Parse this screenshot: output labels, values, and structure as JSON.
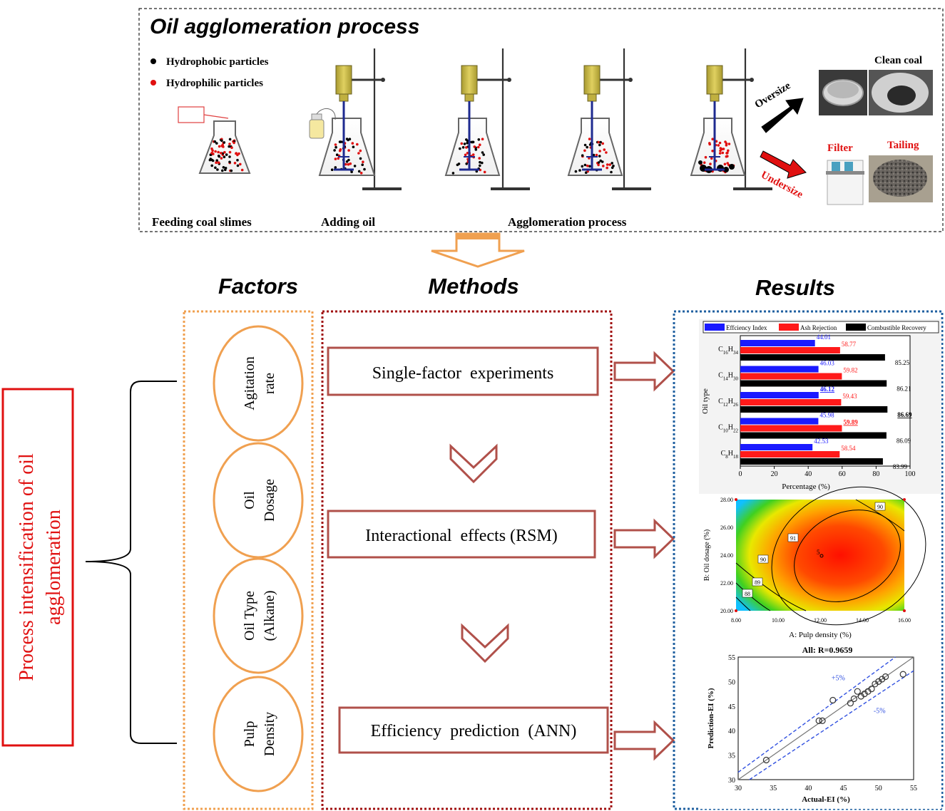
{
  "process": {
    "title": "Oil agglomeration process",
    "legend": {
      "hydrophobic": "Hydrophobic particles",
      "hydrophilic": "Hydrophilic particles"
    },
    "steps": {
      "feeding": "Feeding coal slimes",
      "adding": "Adding oil",
      "agglomeration": "Agglomeration process"
    },
    "outputs": {
      "oversize": "Oversize",
      "undersize": "Undersize",
      "clean_coal": "Clean coal",
      "filter": "Filter",
      "tailing": "Tailing"
    }
  },
  "headers": {
    "factors": "Factors",
    "methods": "Methods",
    "results": "Results"
  },
  "side_label": {
    "line1": "Process intensification of oil",
    "line2": "agglomeration"
  },
  "factors": [
    {
      "line1": "Agitation",
      "line2": "rate"
    },
    {
      "line1": "Oil",
      "line2": "Dosage"
    },
    {
      "line1": "Oil Type",
      "line2": "(Alkane)"
    },
    {
      "line1": "Pulp",
      "line2": "Density"
    }
  ],
  "methods": [
    "Single-factor  experiments",
    "Interactional  effects (RSM)",
    "Efficiency  prediction  (ANN)"
  ],
  "colors": {
    "orange": "#f0a050",
    "darkred": "#a01010",
    "blue": "#2060a0",
    "red": "#e02020",
    "brown": "#b0504a"
  },
  "chart_data": [
    {
      "type": "bar",
      "orientation": "horizontal",
      "categories": [
        "C16H34",
        "C14H30",
        "C12H26",
        "C10H22",
        "C8H18"
      ],
      "series": [
        {
          "name": "Effciency Index",
          "values": [
            44.01,
            46.03,
            46.12,
            45.98,
            42.53
          ],
          "color": "#1a1aff"
        },
        {
          "name": "Ash Rejection",
          "values": [
            58.77,
            59.82,
            59.43,
            59.89,
            58.54
          ],
          "color": "#ff1a1a"
        },
        {
          "name": "Combustible Recovery",
          "values": [
            85.25,
            86.21,
            86.69,
            86.09,
            83.99
          ],
          "color": "#000000"
        }
      ],
      "xlabel": "Percentage (%)",
      "ylabel": "Oil type",
      "xlim": [
        0,
        100
      ],
      "xticks": [
        "0",
        "20",
        "40",
        "60",
        "80",
        "100"
      ],
      "legend": "top"
    },
    {
      "type": "heatmap",
      "xlabel": "A: Pulp density (%)",
      "ylabel": "B: Oil dosage (%)",
      "xlim": [
        8,
        16
      ],
      "ylim": [
        20,
        28
      ],
      "xticks": [
        "8.00",
        "10.00",
        "12.00",
        "14.00",
        "16.00"
      ],
      "yticks": [
        "20.00",
        "22.00",
        "24.00",
        "26.00",
        "28.00"
      ],
      "contour_labels": [
        "88",
        "89",
        "90",
        "90",
        "91"
      ],
      "center_label": "5"
    },
    {
      "type": "scatter",
      "title": "All: R=0.9659",
      "xlabel": "Actual-EI (%)",
      "ylabel": "Prediction-EI (%)",
      "xlim": [
        30,
        55
      ],
      "ylim": [
        30,
        55
      ],
      "xticks": [
        "30",
        "35",
        "40",
        "45",
        "50",
        "55"
      ],
      "yticks": [
        "30",
        "35",
        "40",
        "45",
        "50",
        "55"
      ],
      "band_labels": [
        "+5%",
        "-5%"
      ],
      "points": [
        [
          34,
          34
        ],
        [
          41.5,
          42
        ],
        [
          42,
          42
        ],
        [
          43.5,
          46.2
        ],
        [
          46,
          45.6
        ],
        [
          46.5,
          46.5
        ],
        [
          47,
          48
        ],
        [
          47.5,
          47
        ],
        [
          48,
          47.5
        ],
        [
          48.5,
          48
        ],
        [
          49,
          48.5
        ],
        [
          49.5,
          49.5
        ],
        [
          50,
          50
        ],
        [
          50.5,
          50.5
        ],
        [
          51,
          51
        ],
        [
          53.5,
          51.5
        ]
      ]
    }
  ]
}
